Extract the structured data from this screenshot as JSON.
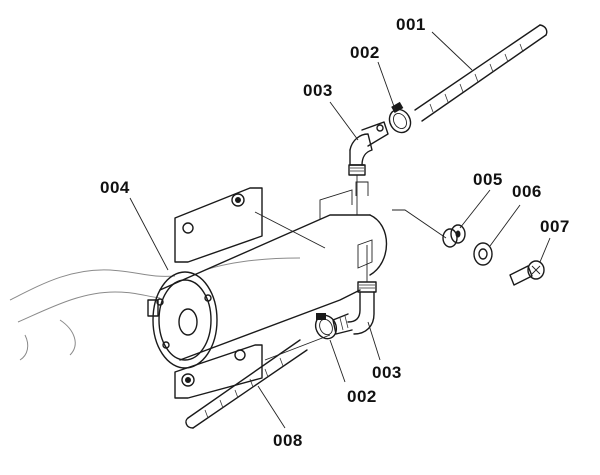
{
  "diagram": {
    "callouts": {
      "p001": "001",
      "p002_top": "002",
      "p003_top": "003",
      "p004": "004",
      "p005": "005",
      "p006": "006",
      "p007": "007",
      "p003_bottom": "003",
      "p002_bottom": "002",
      "p008": "008"
    }
  }
}
